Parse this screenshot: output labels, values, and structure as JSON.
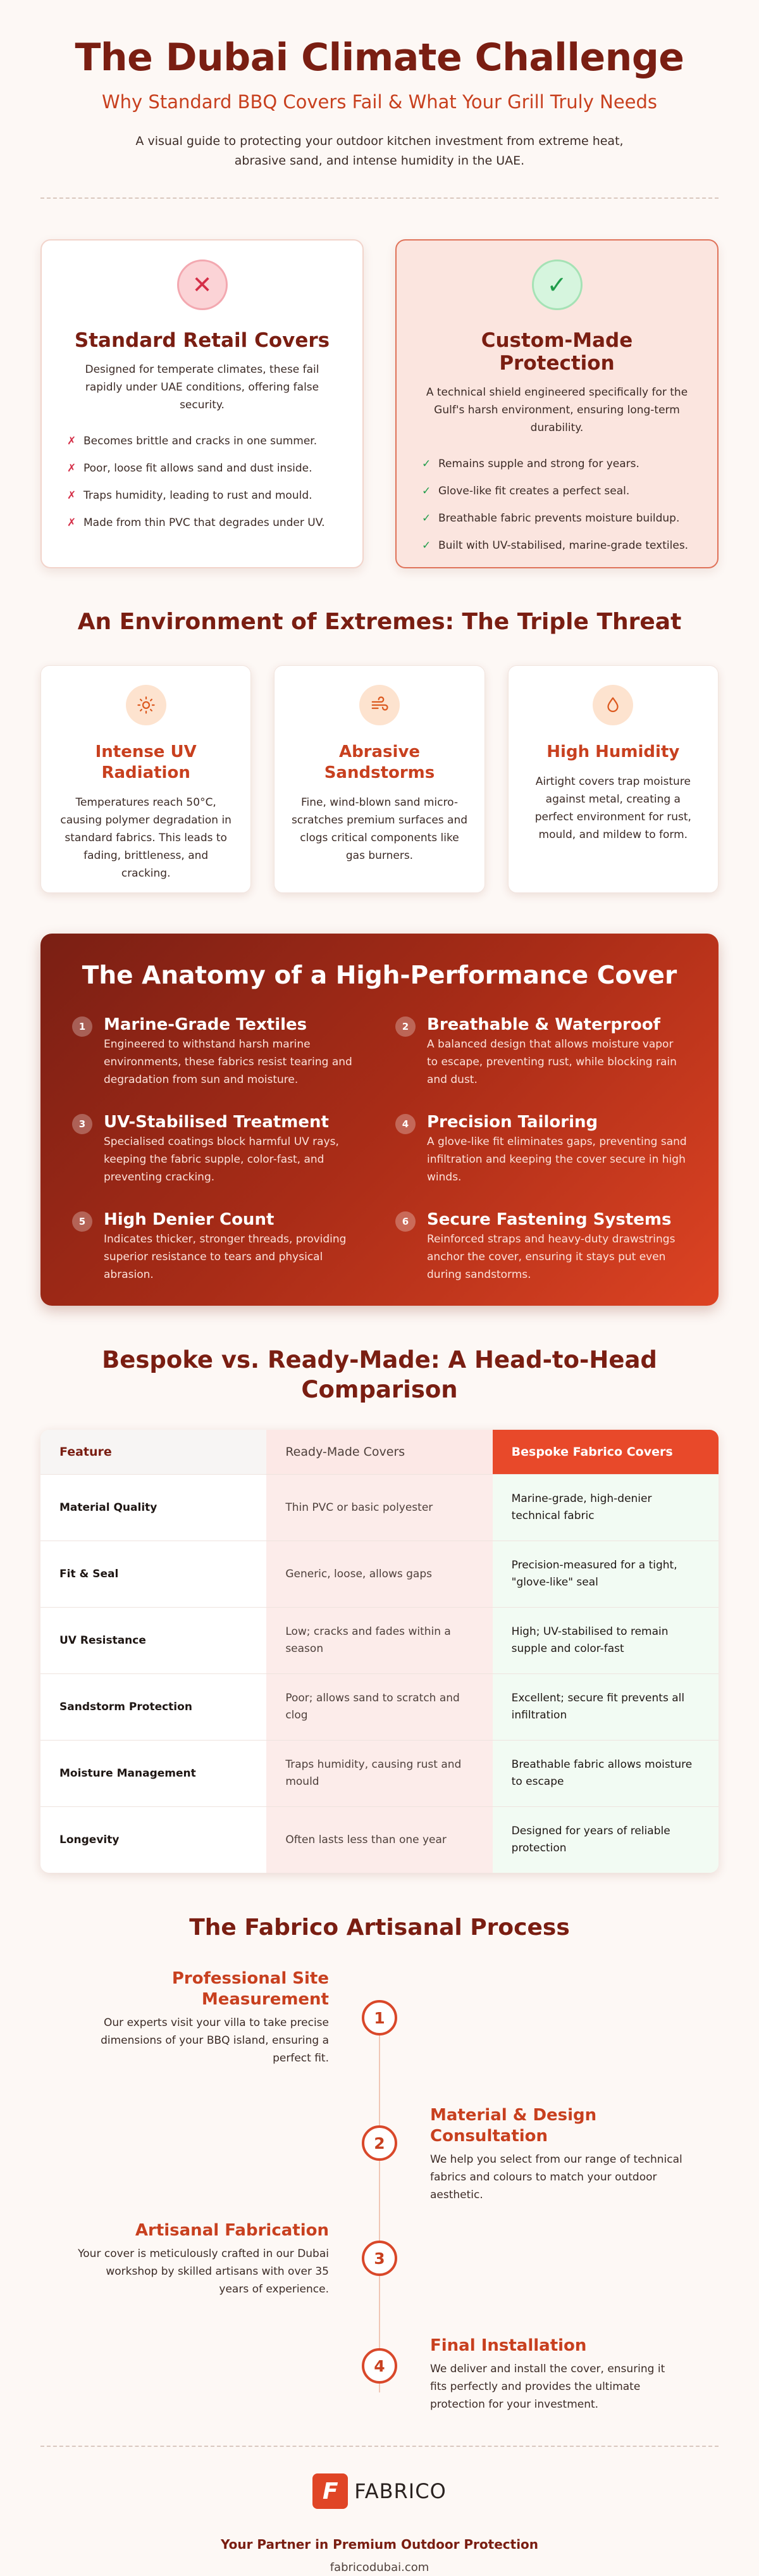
{
  "header": {
    "title": "The Dubai Climate Challenge",
    "subtitle": "Why Standard BBQ Covers Fail & What Your Grill Truly Needs",
    "intro": "A visual guide to protecting your outdoor kitchen investment from extreme heat, abrasive sand, and intense humidity in the UAE."
  },
  "comparison_cards": {
    "standard": {
      "icon": "x-icon",
      "title": "Standard Retail Covers",
      "description": "Designed for temperate climates, these fail rapidly under UAE conditions, offering false security.",
      "points": [
        "Becomes brittle and cracks in one summer.",
        "Poor, loose fit allows sand and dust inside.",
        "Traps humidity, leading to rust and mould.",
        "Made from thin PVC that degrades under UV."
      ]
    },
    "custom": {
      "icon": "check-icon",
      "title": "Custom-Made Protection",
      "description": "A technical shield engineered specifically for the Gulf's harsh environment, ensuring long-term durability.",
      "points": [
        "Remains supple and strong for years.",
        "Glove-like fit creates a perfect seal.",
        "Breathable fabric prevents moisture buildup.",
        "Built with UV-stabilised, marine-grade textiles."
      ]
    }
  },
  "threats": {
    "title": "An Environment of Extremes: The Triple Threat",
    "items": [
      {
        "icon": "sun-icon",
        "title": "Intense UV Radiation",
        "text": "Temperatures reach 50°C, causing polymer degradation in standard fabrics. This leads to fading, brittleness, and cracking."
      },
      {
        "icon": "wind-icon",
        "title": "Abrasive Sandstorms",
        "text": "Fine, wind-blown sand micro-scratches premium surfaces and clogs critical components like gas burners."
      },
      {
        "icon": "droplet-icon",
        "title": "High Humidity",
        "text": "Airtight covers trap moisture against metal, creating a perfect environment for rust, mould, and mildew to form."
      }
    ]
  },
  "anatomy": {
    "title": "The Anatomy of a High-Performance Cover",
    "items": [
      {
        "num": "1",
        "title": "Marine-Grade Textiles",
        "text": "Engineered to withstand harsh marine environments, these fabrics resist tearing and degradation from sun and moisture."
      },
      {
        "num": "2",
        "title": "Breathable & Waterproof",
        "text": "A balanced design that allows moisture vapor to escape, preventing rust, while blocking rain and dust."
      },
      {
        "num": "3",
        "title": "UV-Stabilised Treatment",
        "text": "Specialised coatings block harmful UV rays, keeping the fabric supple, color-fast, and preventing cracking."
      },
      {
        "num": "4",
        "title": "Precision Tailoring",
        "text": "A glove-like fit eliminates gaps, preventing sand infiltration and keeping the cover secure in high winds."
      },
      {
        "num": "5",
        "title": "High Denier Count",
        "text": "Indicates thicker, stronger threads, providing superior resistance to tears and physical abrasion."
      },
      {
        "num": "6",
        "title": "Secure Fastening Systems",
        "text": "Reinforced straps and heavy-duty drawstrings anchor the cover, ensuring it stays put even during sandstorms."
      }
    ]
  },
  "comparison_table": {
    "title": "Bespoke vs. Ready-Made: A Head-to-Head Comparison",
    "headers": [
      "Feature",
      "Ready-Made Covers",
      "Bespoke Fabrico Covers"
    ],
    "rows": [
      [
        "Material Quality",
        "Thin PVC or basic polyester",
        "Marine-grade, high-denier technical fabric"
      ],
      [
        "Fit & Seal",
        "Generic, loose, allows gaps",
        "Precision-measured for a tight, \"glove-like\" seal"
      ],
      [
        "UV Resistance",
        "Low; cracks and fades within a season",
        "High; UV-stabilised to remain supple and color-fast"
      ],
      [
        "Sandstorm Protection",
        "Poor; allows sand to scratch and clog",
        "Excellent; secure fit prevents all infiltration"
      ],
      [
        "Moisture Management",
        "Traps humidity, causing rust and mould",
        "Breathable fabric allows moisture to escape"
      ],
      [
        "Longevity",
        "Often lasts less than one year",
        "Designed for years of reliable protection"
      ]
    ]
  },
  "process": {
    "title": "The Fabrico Artisanal Process",
    "steps": [
      {
        "num": "1",
        "title": "Professional Site Measurement",
        "text": "Our experts visit your villa to take precise dimensions of your BBQ island, ensuring a perfect fit."
      },
      {
        "num": "2",
        "title": "Material & Design Consultation",
        "text": "We help you select from our range of technical fabrics and colours to match your outdoor aesthetic."
      },
      {
        "num": "3",
        "title": "Artisanal Fabrication",
        "text": "Your cover is meticulously crafted in our Dubai workshop by skilled artisans with over 35 years of experience."
      },
      {
        "num": "4",
        "title": "Final Installation",
        "text": "We deliver and install the cover, ensuring it fits perfectly and provides the ultimate protection for your investment."
      }
    ]
  },
  "footer": {
    "logo_text": "FABRICO",
    "logo_mark": "F",
    "tagline": "Your Partner in Premium Outdoor Protection",
    "site": "fabricodubai.com"
  },
  "colors": {
    "brand_dark": "#7a1e12",
    "brand_accent": "#c8401f",
    "bespoke_header": "#e8492a",
    "fail": "#d42e47",
    "pass": "#1f9c4a"
  }
}
